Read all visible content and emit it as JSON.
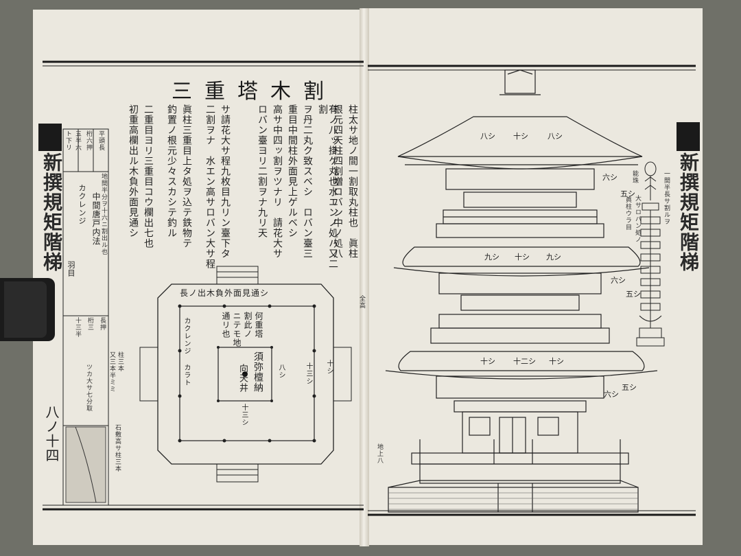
{
  "book": {
    "title_banner": "三重塔木割",
    "series_title_left": "新撰規矩階梯",
    "series_title_right": "新撰規矩階梯",
    "page_number": "八ノ十四"
  },
  "text_columns": [
    "柱太サ地ノ間一割取丸柱也　眞柱",
    "根元四天柱四割増ロバン中ノ処八",
    "有ノ八ッ掛ケ丸也水エンノ処ハ又二割",
    "ヲ丹二丸ク致スベシ　ロバン臺三",
    "重目中間柱外面見上ゲルベシ",
    "高サ中四ッ割ヲツナリ　請花大サ",
    "ロバン臺ヨリ二割ヲナ九リ天",
    "サ請花大サ程九枚目九リン臺下タ",
    "二割ヲナ　水エン高サロバン大サ程",
    "眞柱三重目上タ処ヲ込テ鉄物テ",
    "釣置ノ根元少々スカシテ釣ル",
    "二重目ヨリ三重目コウ欄出七也",
    "初重高欄出ル木負外面見通シ"
  ],
  "plan": {
    "outer_note": "長ノ出木負外面見通シ",
    "center_label": "須弥檀納",
    "center_sub": "向天井",
    "note_1": "何重塔",
    "note_2": "割此ノ",
    "note_3": "ニテモ地",
    "note_4": "通リ也",
    "karato": "カラト",
    "kakuresi": "カクレンジ",
    "dim_a": "十シ",
    "dim_b": "十三シ",
    "dim_c": "八シ",
    "dim_d": "十三シ"
  },
  "margin_table": {
    "row_1": "平頭長",
    "row_2": "桁六押",
    "row_3": "五半六",
    "row_4": "ト下リ",
    "note": "地間半分ヲ十六ニ割出ル也",
    "mid_1": "中間唐戸内法",
    "mid_2": "カクレンジ",
    "mid_3": "羽目",
    "bottom_1": "長押",
    "bottom_2": "桁三",
    "bottom_3": "十三半",
    "bottom_4": "柱三本",
    "bottom_5": "又三本半ミミ",
    "bottom_6": "ツカ大サ七分取",
    "bottom_7": "石敷高サ柱三本"
  },
  "pagoda": {
    "roof_label_1": "八シ",
    "roof_label_2": "十シ",
    "roof_label_3": "八シ",
    "mid_label_1": "九シ",
    "mid_label_2": "十シ",
    "mid_label_3": "九シ",
    "low_label_1": "十シ",
    "low_label_2": "十二シ",
    "low_label_3": "十シ",
    "right_1": "六シ",
    "right_2": "五シ",
    "right_3": "六シ",
    "right_4": "五シ",
    "right_5": "六シ",
    "right_6": "五シ",
    "side_note": "地上八",
    "edge_note": "全高"
  },
  "finial": {
    "caption_1": "一間半長サ割ルヲ",
    "caption_2": "能珠",
    "caption_3": "大サロバン処ノ",
    "caption_4": "眞柱ウラ目"
  }
}
